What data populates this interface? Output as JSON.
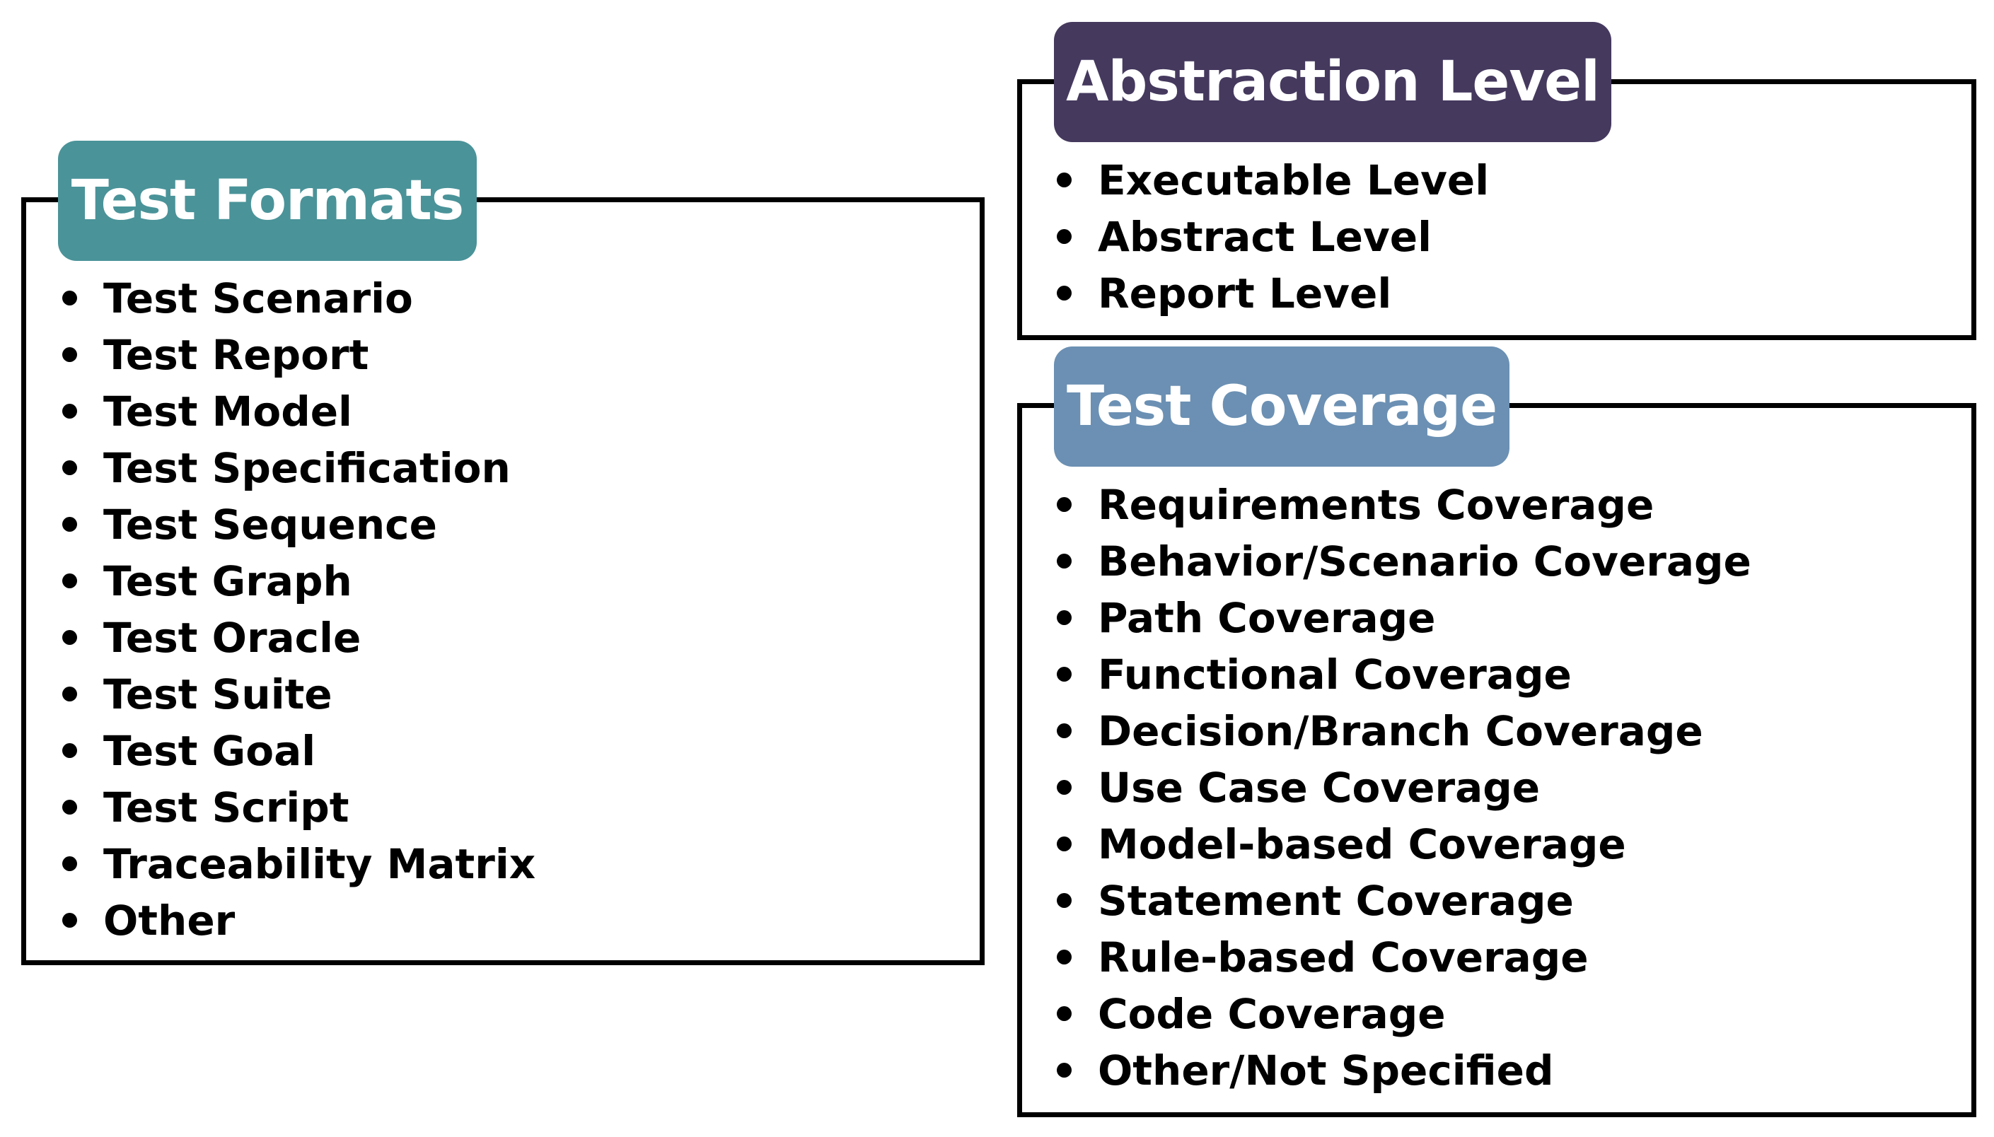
{
  "colors": {
    "test_formats_header": "#4a9399",
    "abstraction_level_header": "#45395e",
    "test_coverage_header": "#6b90b3",
    "border": "#000000"
  },
  "test_formats": {
    "title": "Test Formats",
    "items": [
      "Test Scenario",
      "Test Report",
      "Test Model",
      "Test Specification",
      "Test Sequence",
      "Test Graph",
      "Test Oracle",
      "Test Suite",
      "Test Goal",
      "Test Script",
      "Traceability Matrix",
      "Other"
    ]
  },
  "abstraction_level": {
    "title": "Abstraction Level",
    "items": [
      "Executable Level",
      "Abstract Level",
      "Report Level"
    ]
  },
  "test_coverage": {
    "title": "Test Coverage",
    "items": [
      "Requirements Coverage",
      "Behavior/Scenario Coverage",
      "Path Coverage",
      "Functional Coverage",
      "Decision/Branch Coverage",
      "Use Case Coverage",
      "Model-based Coverage",
      "Statement Coverage",
      "Rule-based Coverage",
      "Code Coverage",
      "Other/Not Specified"
    ]
  }
}
